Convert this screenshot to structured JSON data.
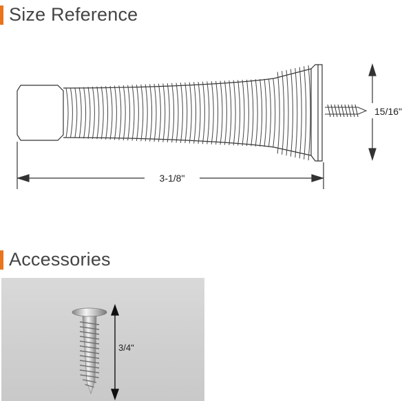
{
  "sections": {
    "size_reference": {
      "title": "Size Reference"
    },
    "accessories": {
      "title": "Accessories"
    }
  },
  "dimensions": {
    "length": "3-1/8\"",
    "base_height": "15/16\"",
    "screw_length": "3/4\""
  },
  "colors": {
    "accent": "#e8741e",
    "line": "#333333",
    "photo_bg": "#cfcfcf"
  }
}
